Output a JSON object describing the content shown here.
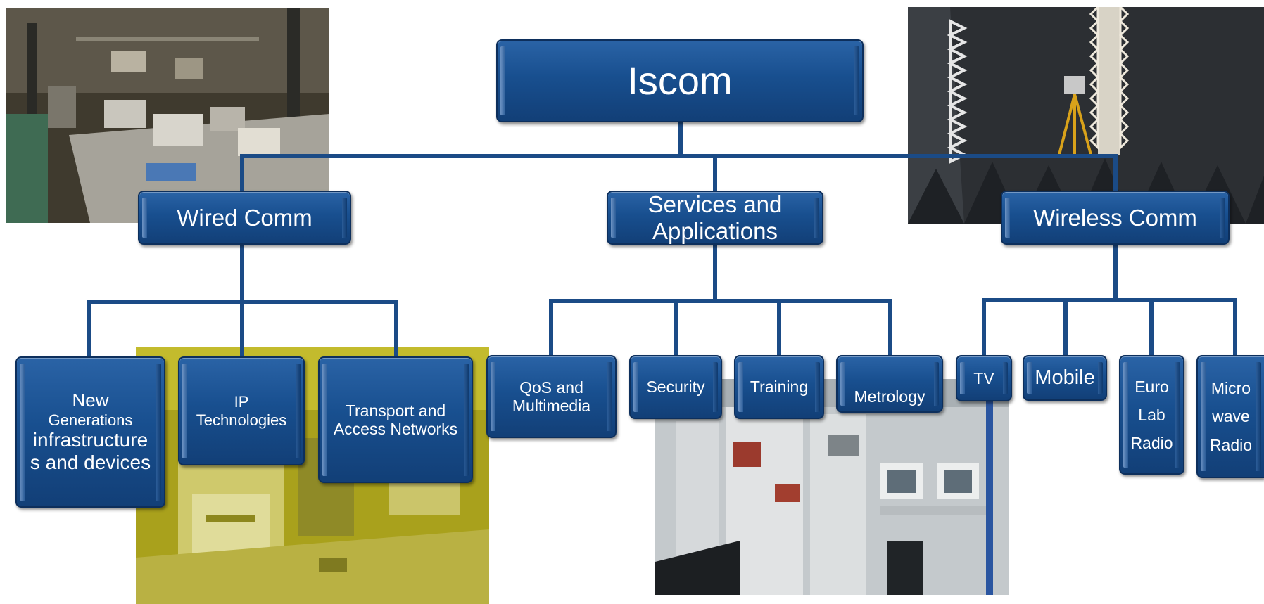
{
  "diagram": {
    "root": {
      "label": "Iscom"
    },
    "departments": [
      {
        "label": "Wired Comm",
        "children": [
          {
            "lines": [
              "New",
              "Generations",
              "infrastructure",
              "s and devices"
            ]
          },
          {
            "lines": [
              "IP",
              "Technologies"
            ]
          },
          {
            "lines": [
              "Transport and",
              "Access Networks"
            ]
          }
        ]
      },
      {
        "label_lines": [
          "Services and",
          "Applications"
        ],
        "children": [
          {
            "lines": [
              "QoS and",
              "Multimedia"
            ]
          },
          {
            "lines": [
              "Security"
            ]
          },
          {
            "lines": [
              "Training"
            ]
          },
          {
            "lines": [
              "Metrology"
            ]
          }
        ]
      },
      {
        "label": "Wireless Comm",
        "children": [
          {
            "lines": [
              "TV"
            ]
          },
          {
            "lines": [
              "Mobile"
            ]
          },
          {
            "lines": [
              "Euro",
              "Lab",
              "Radio"
            ]
          },
          {
            "lines": [
              "Micro",
              "wave",
              "Radio"
            ]
          }
        ]
      }
    ],
    "colors": {
      "node_fill": "#184f8f",
      "connector": "#1b4b86",
      "text": "#ffffff"
    }
  }
}
